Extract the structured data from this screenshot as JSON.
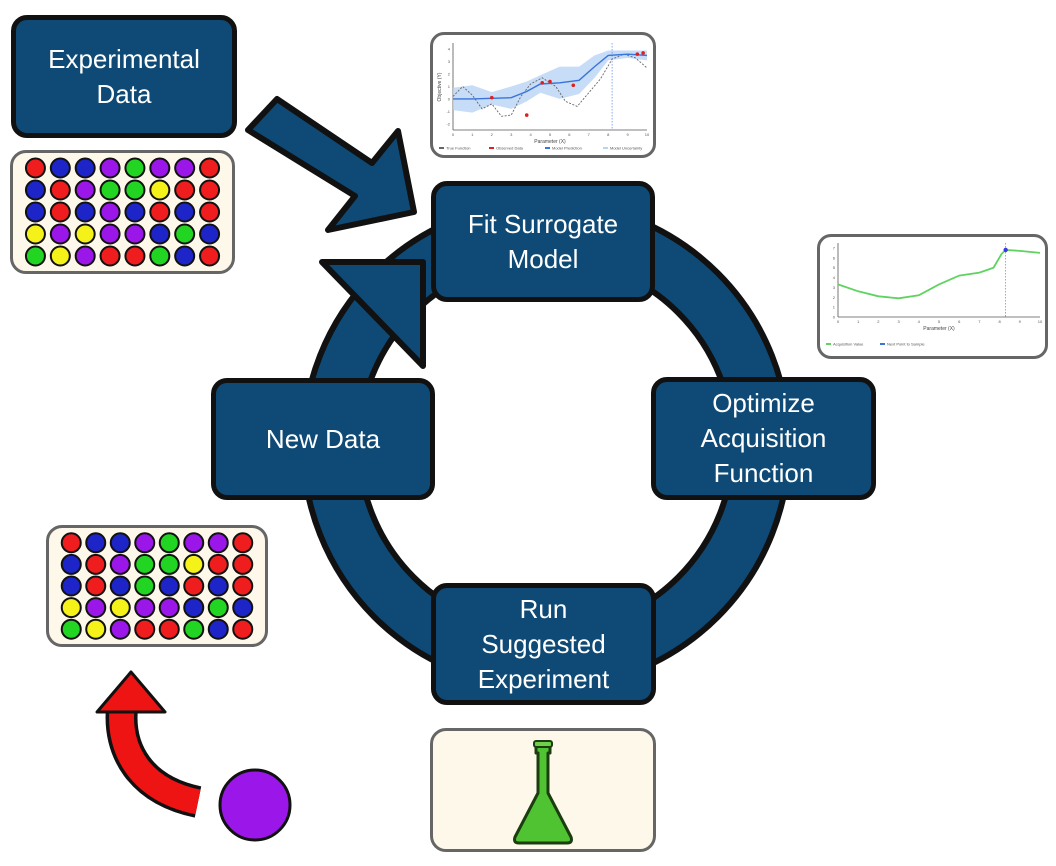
{
  "nodes": {
    "experimental_data": "Experimental\nData",
    "fit_surrogate": "Fit Surrogate\nModel",
    "optimize_acquisition": "Optimize\nAcquisition\nFunction",
    "run_experiment": "Run\nSuggested\nExperiment",
    "new_data": "New Data"
  },
  "colors": {
    "node_fill": "#0e4a75",
    "red": "#ef1d1d",
    "blue": "#1d24c8",
    "purple": "#9b16e8",
    "green": "#22d522",
    "yellow": "#f5f21a",
    "flask": "#4fc332",
    "return_arrow": "#ee1414"
  },
  "plates": {
    "top": [
      [
        "red",
        "blue",
        "blue",
        "purple",
        "green",
        "purple",
        "purple",
        "red"
      ],
      [
        "blue",
        "red",
        "purple",
        "green",
        "green",
        "yellow",
        "red",
        "red"
      ],
      [
        "blue",
        "red",
        "blue",
        "purple",
        "blue",
        "red",
        "blue",
        "red"
      ],
      [
        "yellow",
        "purple",
        "yellow",
        "purple",
        "purple",
        "blue",
        "green",
        "blue"
      ],
      [
        "green",
        "yellow",
        "purple",
        "red",
        "red",
        "green",
        "blue",
        "red"
      ]
    ],
    "bottom": [
      [
        "red",
        "blue",
        "blue",
        "purple",
        "green",
        "purple",
        "purple",
        "red"
      ],
      [
        "blue",
        "red",
        "purple",
        "green",
        "green",
        "yellow",
        "red",
        "red"
      ],
      [
        "blue",
        "red",
        "blue",
        "green",
        "blue",
        "red",
        "blue",
        "red"
      ],
      [
        "yellow",
        "purple",
        "yellow",
        "purple",
        "purple",
        "blue",
        "green",
        "blue"
      ],
      [
        "green",
        "yellow",
        "purple",
        "red",
        "red",
        "green",
        "blue",
        "red"
      ]
    ]
  },
  "new_sample_color": "purple",
  "surrogate_plot": {
    "xlabel": "Parameter (X)",
    "ylabel": "Objective (Y)",
    "x_ticks": [
      "0",
      "1",
      "2",
      "3",
      "4",
      "5",
      "6",
      "7",
      "8",
      "9",
      "10"
    ],
    "y_ticks": [
      "4",
      "3",
      "2",
      "1",
      "0",
      "-1",
      "-2"
    ],
    "legend": [
      "True Function",
      "Observed Data",
      "Model Prediction",
      "Model Uncertainty"
    ],
    "xlim": [
      0,
      10
    ],
    "ylim": [
      -2.5,
      4.5
    ],
    "mean": [
      [
        0,
        0
      ],
      [
        1,
        0
      ],
      [
        2,
        0.05
      ],
      [
        3,
        0.1
      ],
      [
        3.8,
        0.6
      ],
      [
        4.5,
        1.2
      ],
      [
        5.5,
        1.3
      ],
      [
        6.5,
        1.5
      ],
      [
        7.3,
        2.6
      ],
      [
        8,
        3.5
      ],
      [
        9,
        3.6
      ],
      [
        10,
        3.5
      ]
    ],
    "band": [
      [
        0,
        0.9
      ],
      [
        1,
        1.1
      ],
      [
        2,
        0.5
      ],
      [
        3,
        0.9
      ],
      [
        4,
        0.8
      ],
      [
        5,
        0.7
      ],
      [
        6,
        1.3
      ],
      [
        7,
        1.1
      ],
      [
        7.5,
        0.9
      ],
      [
        8,
        0.4
      ],
      [
        9,
        0.3
      ],
      [
        10,
        0.4
      ]
    ],
    "true_fn": [
      [
        0,
        0.2
      ],
      [
        0.5,
        1.0
      ],
      [
        1,
        0.3
      ],
      [
        1.5,
        -0.8
      ],
      [
        2,
        -0.4
      ],
      [
        2.5,
        -1.4
      ],
      [
        3,
        -1.3
      ],
      [
        3.5,
        0.2
      ],
      [
        4,
        1.2
      ],
      [
        4.6,
        1.7
      ],
      [
        5.3,
        1.0
      ],
      [
        5.8,
        -0.2
      ],
      [
        6.4,
        -0.6
      ],
      [
        7,
        0.5
      ],
      [
        7.6,
        1.6
      ],
      [
        8.2,
        3.2
      ],
      [
        8.8,
        3.6
      ],
      [
        9.4,
        3.3
      ],
      [
        10,
        2.5
      ]
    ],
    "observed": [
      [
        2,
        0.1
      ],
      [
        3.8,
        -1.3
      ],
      [
        4.6,
        1.3
      ],
      [
        5.0,
        1.4
      ],
      [
        6.2,
        1.1
      ],
      [
        9.5,
        3.6
      ],
      [
        9.8,
        3.7
      ]
    ],
    "next_x": 8.2
  },
  "acquisition_plot": {
    "xlabel": "Parameter (X)",
    "x_ticks": [
      "0",
      "1",
      "2",
      "3",
      "4",
      "5",
      "6",
      "7",
      "8",
      "9",
      "10"
    ],
    "y_ticks": [
      "7",
      "6",
      "5",
      "4",
      "3",
      "2",
      "1",
      "0"
    ],
    "legend": [
      "Acquisition Value",
      "Next Point to Sample"
    ],
    "xlim": [
      0,
      10
    ],
    "ylim": [
      0,
      7.5
    ],
    "curve": [
      [
        0,
        3.3
      ],
      [
        1,
        2.6
      ],
      [
        2,
        2.1
      ],
      [
        3,
        1.9
      ],
      [
        4,
        2.2
      ],
      [
        5,
        3.3
      ],
      [
        6,
        4.2
      ],
      [
        7,
        4.5
      ],
      [
        7.7,
        5.0
      ],
      [
        8.1,
        6.4
      ],
      [
        8.3,
        6.8
      ],
      [
        9,
        6.7
      ],
      [
        10,
        6.5
      ]
    ],
    "next_x": 8.3
  }
}
